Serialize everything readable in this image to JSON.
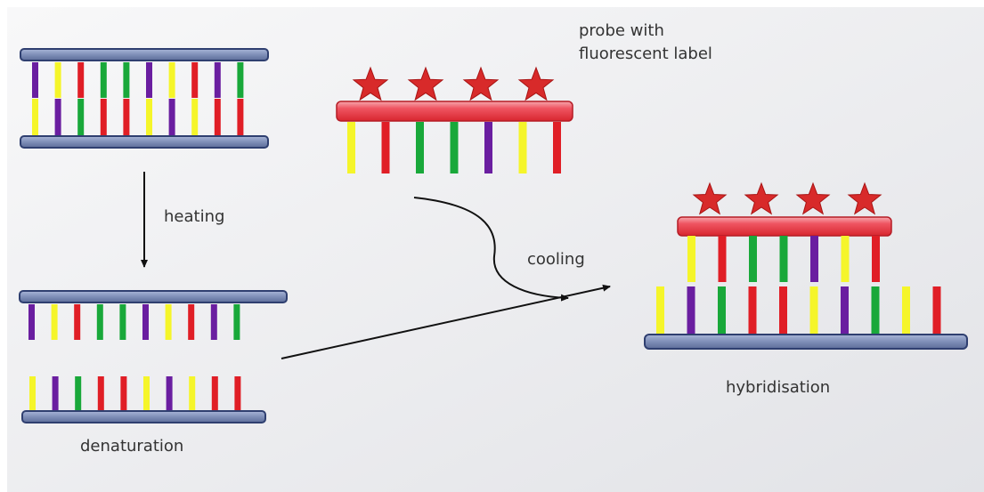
{
  "labels": {
    "probe_line1": "probe with",
    "probe_line2": "fluorescent label",
    "heating": "heating",
    "cooling": "cooling",
    "denaturation": "denaturation",
    "hybridisation": "hybridisation"
  },
  "colors": {
    "background_start": "#f7f7f8",
    "background_end": "#e4e5e9",
    "backbone_fill": "#7f8fb8",
    "backbone_stroke": "#2f3f70",
    "probe_backbone": "#e93a4a",
    "star": "#d82a2a",
    "arrow": "#111111",
    "bases": {
      "P": "#6a1ea0",
      "Y": "#f5f52a",
      "R": "#e01e26",
      "G": "#19a83a"
    }
  },
  "strands": {
    "dna_top": [
      "P",
      "Y",
      "R",
      "G",
      "G",
      "P",
      "Y",
      "R",
      "P",
      "G"
    ],
    "dna_bottom": [
      "Y",
      "P",
      "G",
      "R",
      "R",
      "Y",
      "P",
      "Y",
      "R",
      "R"
    ],
    "probe": [
      "Y",
      "R",
      "G",
      "G",
      "P",
      "Y",
      "R"
    ],
    "hybrid_probe": [
      "Y",
      "R",
      "G",
      "G",
      "P",
      "Y",
      "R"
    ],
    "hybrid_target": [
      "Y",
      "P",
      "G",
      "R",
      "R",
      "Y",
      "P",
      "G",
      "Y",
      "R"
    ]
  },
  "star_count": 4
}
